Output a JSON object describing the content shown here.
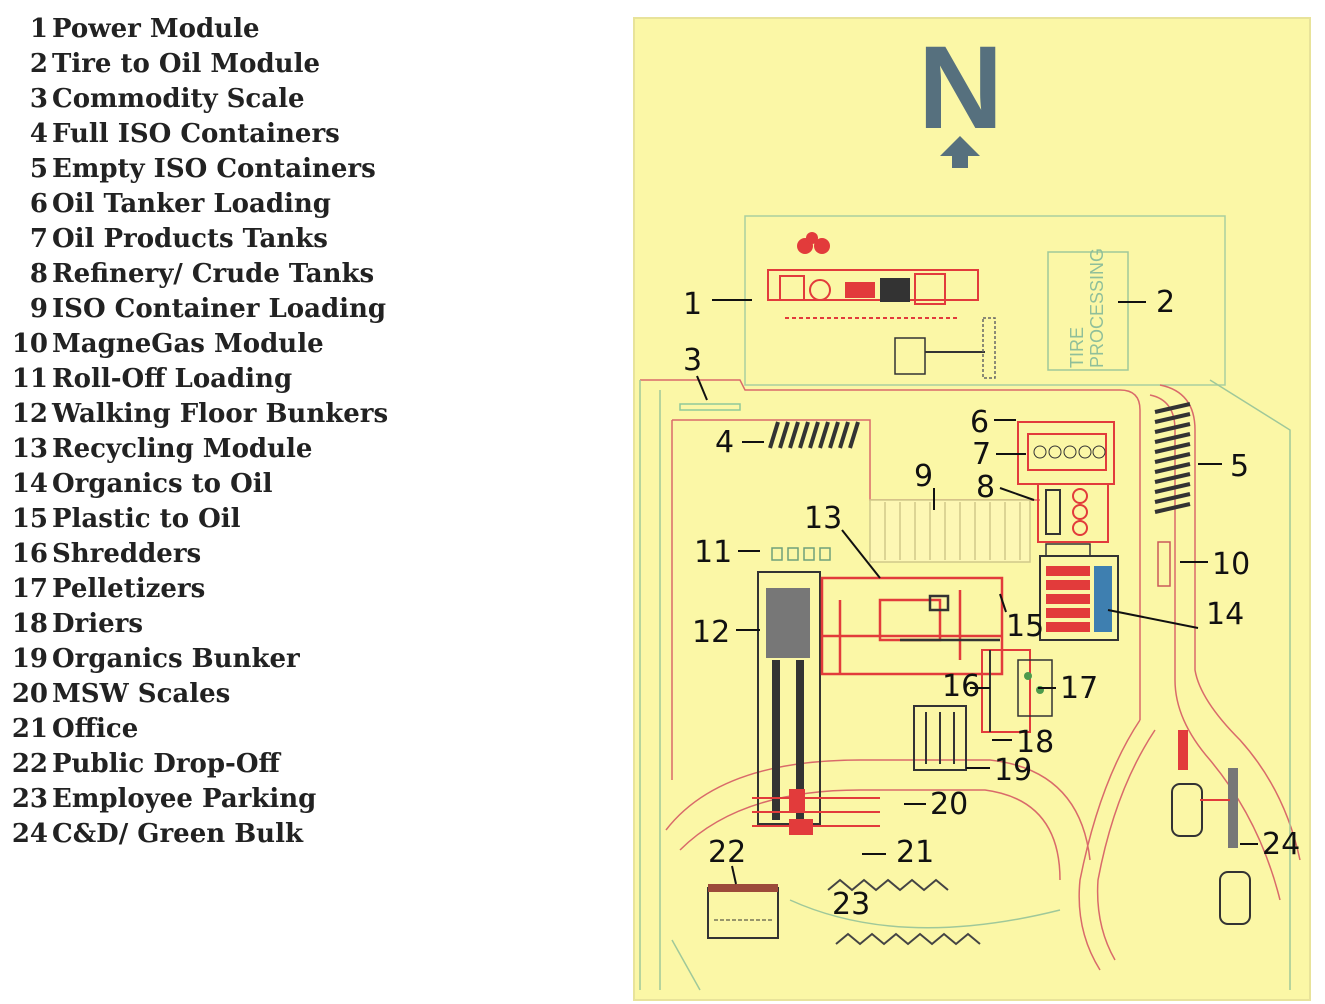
{
  "legend": {
    "items": [
      {
        "num": "1",
        "label": "Power Module"
      },
      {
        "num": "2",
        "label": "Tire to Oil Module"
      },
      {
        "num": "3",
        "label": "Commodity Scale"
      },
      {
        "num": "4",
        "label": "Full ISO Containers"
      },
      {
        "num": "5",
        "label": "Empty ISO Containers"
      },
      {
        "num": "6",
        "label": "Oil Tanker Loading"
      },
      {
        "num": "7",
        "label": "Oil Products Tanks"
      },
      {
        "num": "8",
        "label": "Refinery/ Crude Tanks"
      },
      {
        "num": "9",
        "label": "ISO Container Loading"
      },
      {
        "num": "10",
        "label": "MagneGas Module"
      },
      {
        "num": "11",
        "label": "Roll-Off Loading"
      },
      {
        "num": "12",
        "label": "Walking Floor Bunkers"
      },
      {
        "num": "13",
        "label": "Recycling Module"
      },
      {
        "num": "14",
        "label": "Organics to Oil"
      },
      {
        "num": "15",
        "label": "Plastic to Oil"
      },
      {
        "num": "16",
        "label": "Shredders"
      },
      {
        "num": "17",
        "label": "Pelletizers"
      },
      {
        "num": "18",
        "label": "Driers"
      },
      {
        "num": "19",
        "label": "Organics Bunker"
      },
      {
        "num": "20",
        "label": "MSW Scales"
      },
      {
        "num": "21",
        "label": "Office"
      },
      {
        "num": "22",
        "label": "Public Drop-Off"
      },
      {
        "num": "23",
        "label": "Employee Parking"
      },
      {
        "num": "24",
        "label": "C&D/ Green Bulk"
      }
    ]
  },
  "map": {
    "north_label": "N",
    "tire_box_text": [
      "TIRE",
      "PROCESSING"
    ],
    "callouts": [
      "1",
      "2",
      "3",
      "4",
      "5",
      "6",
      "7",
      "8",
      "9",
      "10",
      "11",
      "12",
      "13",
      "14",
      "15",
      "16",
      "17",
      "18",
      "19",
      "20",
      "21",
      "22",
      "23",
      "24"
    ],
    "colors": {
      "paper": "#fbf7a6",
      "north": "#56707e",
      "road": "#d96a6a",
      "boundary": "#9fc89a",
      "equipment_red": "#e23b3b",
      "equipment_dark": "#333333"
    }
  }
}
